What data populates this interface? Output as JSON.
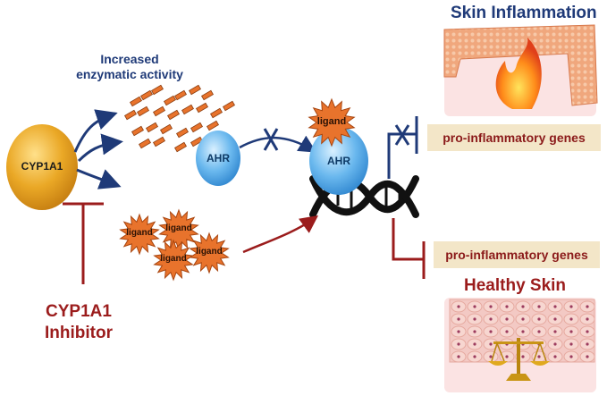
{
  "title_top": "Skin Inflammation",
  "title_bottom": "Healthy Skin",
  "enzyme_note": "Increased\nenzymatic activity",
  "cyp1a1": "CYP1A1",
  "inhibitor": "CYP1A1\nInhibitor",
  "ahr_left": "AHR",
  "ahr_right": "AHR",
  "ligand_bound": "ligand",
  "ligands": [
    "ligand",
    "ligand",
    "ligand",
    "ligand"
  ],
  "gene_top": "pro-inflammatory genes",
  "gene_bottom": "pro-inflammatory genes",
  "colors": {
    "navy": "#1f3a78",
    "darkred": "#9b1c1c",
    "orange": "#e8732c",
    "ahr_blue": "#5fb4ec",
    "cyp_gold": "#e6a323",
    "gene_bg": "#f3e6c8"
  }
}
